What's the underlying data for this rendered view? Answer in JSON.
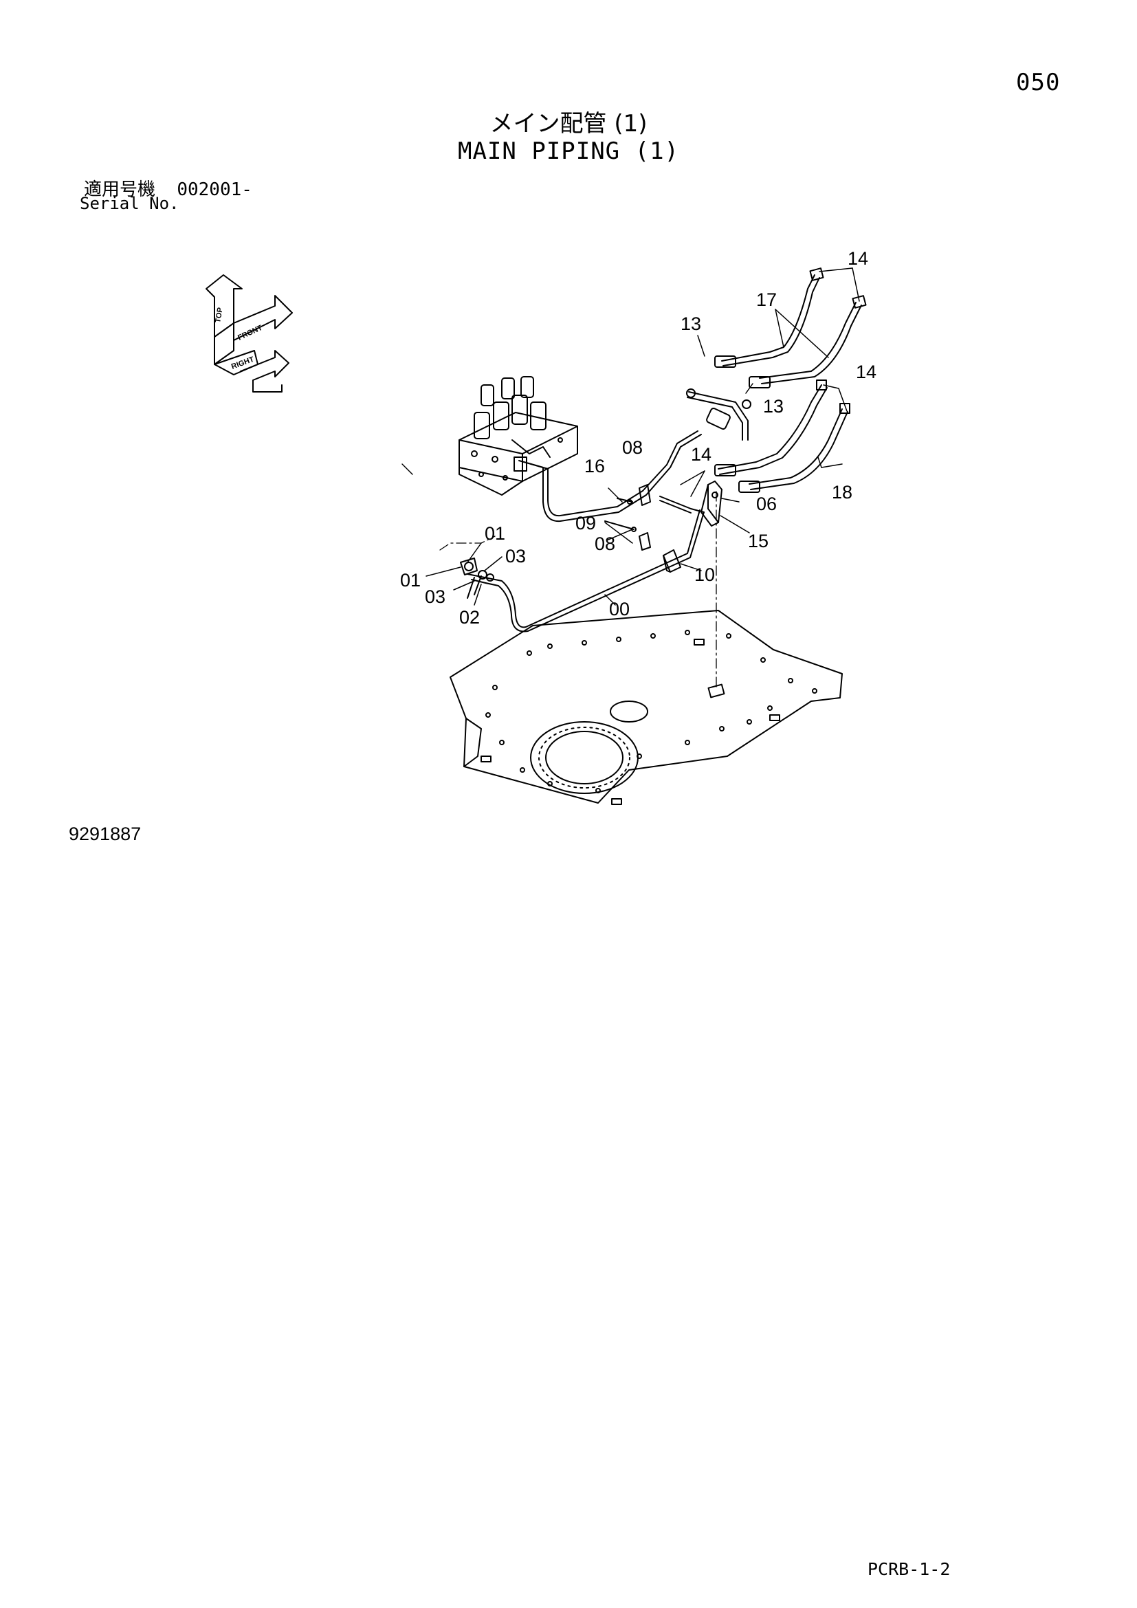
{
  "page_number": "050",
  "title_jp": "メイン配管 (1)",
  "title_en": "MAIN PIPING (1)",
  "serial": {
    "label_jp": "適用号機",
    "value": "002001-",
    "label_en": "Serial No."
  },
  "orientation": {
    "top": "TOP",
    "front": "FRONT",
    "right": "RIGHT"
  },
  "callouts": {
    "l00": "00",
    "l01a": "01",
    "l01b": "01",
    "l02": "02",
    "l03a": "03",
    "l03b": "03",
    "l06": "06",
    "l08a": "08",
    "l08b": "08",
    "l09": "09",
    "l10": "10",
    "l13a": "13",
    "l13b": "13",
    "l14a": "14",
    "l14b": "14",
    "l14c": "14",
    "l15": "15",
    "l16": "16",
    "l17": "17",
    "l18": "18"
  },
  "diagram_number": "9291887",
  "ref_code": "PCRB-1-2"
}
